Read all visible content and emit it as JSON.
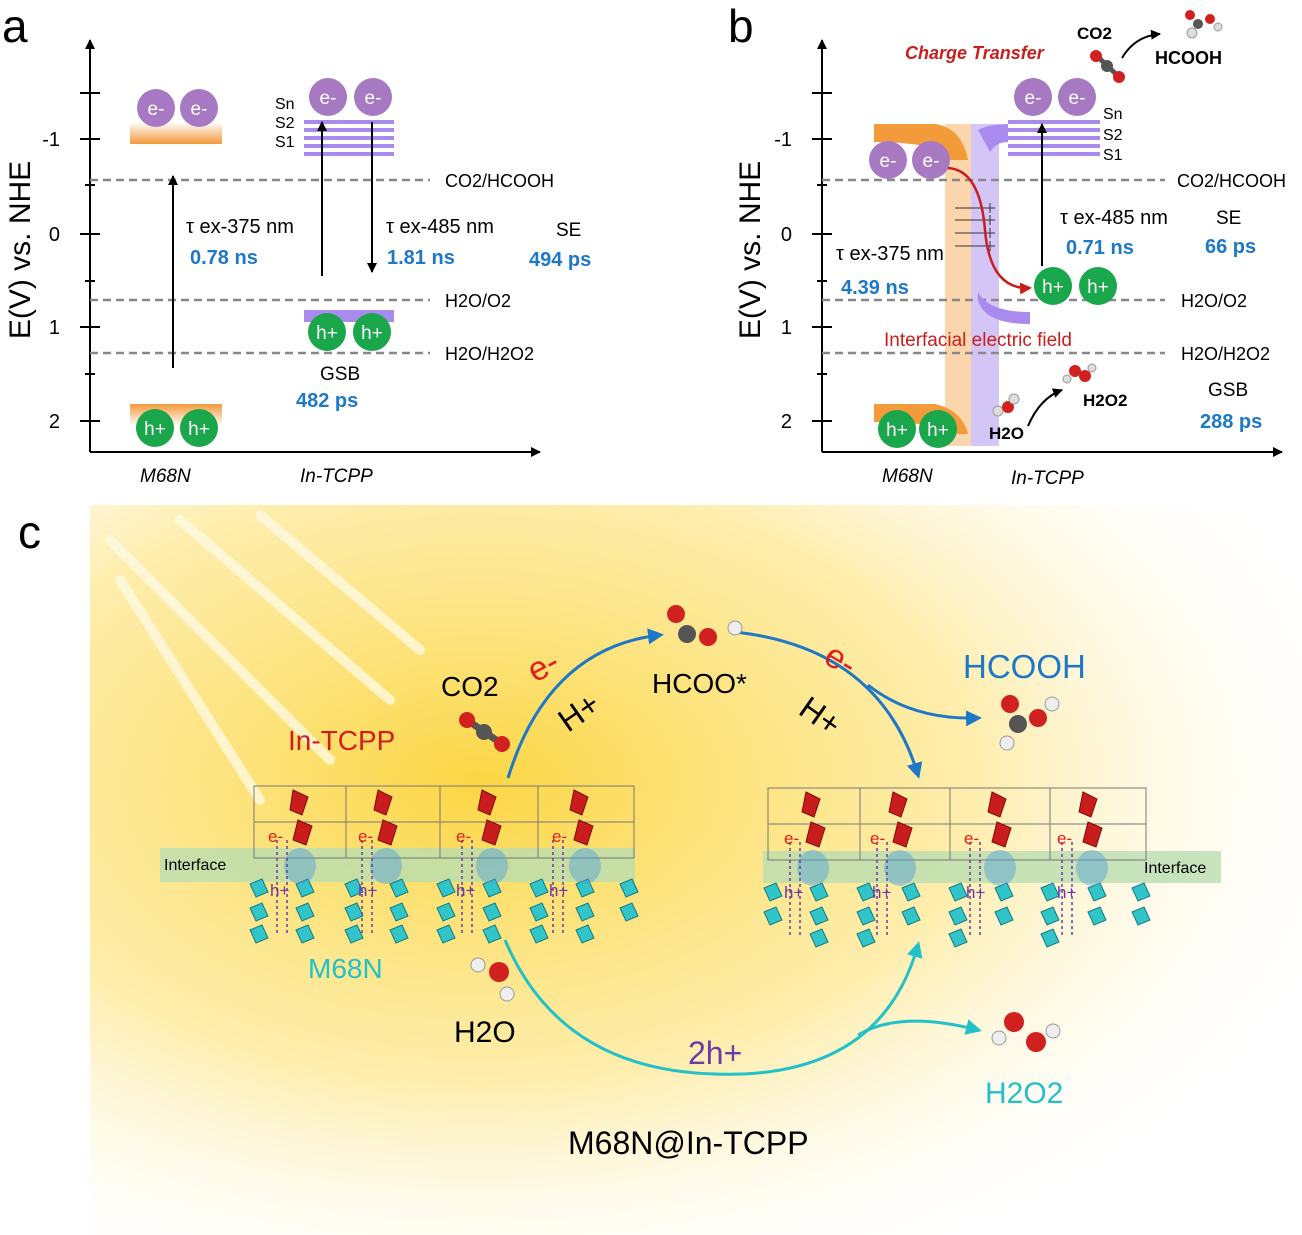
{
  "panel_a": {
    "letter": "a",
    "ylabel": "E(V) vs. NHE",
    "yticks": [
      "-1",
      "0",
      "1",
      "2"
    ],
    "levels": [
      "CO2/HCOOH",
      "H2O/O2",
      "H2O/H2O2"
    ],
    "materials": [
      "M68N",
      "In-TCPP"
    ],
    "electron": "e-",
    "hole": "h+",
    "states": [
      "Sn",
      "S2",
      "S1"
    ],
    "tau_375": "τ ex-375 nm",
    "tau_375_val": "0.78 ns",
    "tau_485": "τ ex-485 nm",
    "tau_485_val": "1.81 ns",
    "se_label": "SE",
    "se_val": "494 ps",
    "gsb_label": "GSB",
    "gsb_val": "482 ps"
  },
  "panel_b": {
    "letter": "b",
    "ylabel": "E(V) vs. NHE",
    "yticks": [
      "-1",
      "0",
      "1",
      "2"
    ],
    "levels": [
      "CO2/HCOOH",
      "H2O/O2",
      "H2O/H2O2"
    ],
    "materials": [
      "M68N",
      "In-TCPP"
    ],
    "electron": "e-",
    "hole": "h+",
    "states": [
      "Sn",
      "S2",
      "S1"
    ],
    "charge_transfer": "Charge Transfer",
    "co2": "CO2",
    "hcooh": "HCOOH",
    "tau_375": "τ ex-375 nm",
    "tau_375_val": "4.39 ns",
    "tau_485": "τ ex-485 nm",
    "tau_485_val": "0.71 ns",
    "se_label": "SE",
    "se_val": "66 ps",
    "gsb_label": "GSB",
    "gsb_val": "288 ps",
    "field_label": "Interfacial electric field",
    "h2o": "H2O",
    "h2o2": "H2O2"
  },
  "panel_c": {
    "letter": "c",
    "in_tcpp": "In-TCPP",
    "m68n": "M68N",
    "interface": "Interface",
    "co2": "CO2",
    "hcoo": "HCOO*",
    "hcooh": "HCOOH",
    "electron": "e-",
    "proton": "H+",
    "h2o": "H2O",
    "holes": "2h+",
    "h2o2": "H2O2",
    "caption": "M68N@In-TCPP",
    "lattice_e": "e-",
    "lattice_h": "h+"
  },
  "colors": {
    "orange": "#f39a3a",
    "purple": "#a98bf0",
    "electron": "#a779c2",
    "hole": "#1aa64a",
    "blue": "#1e78c8",
    "red": "#c81e1e",
    "cyan": "#22c1c9",
    "violet": "#6a3aa8"
  }
}
